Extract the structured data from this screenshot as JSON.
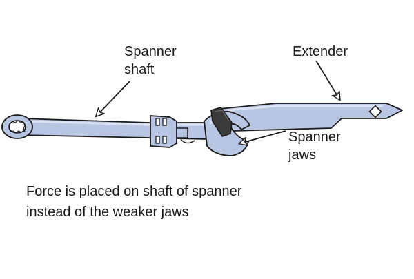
{
  "labels": {
    "spanner_shaft": [
      "Spanner",
      "shaft"
    ],
    "extender": "Extender",
    "spanner_jaws": [
      "Spanner",
      "jaws"
    ]
  },
  "caption": {
    "line1": "Force is placed on shaft of spanner",
    "line2": "instead of the weaker jaws"
  },
  "colors": {
    "metal_fill": "#b9c6e3",
    "metal_highlight": "#dbe3f3",
    "outline": "#1a1a1a",
    "clamp": "#3a3a3a",
    "text": "#1a1a1a"
  }
}
